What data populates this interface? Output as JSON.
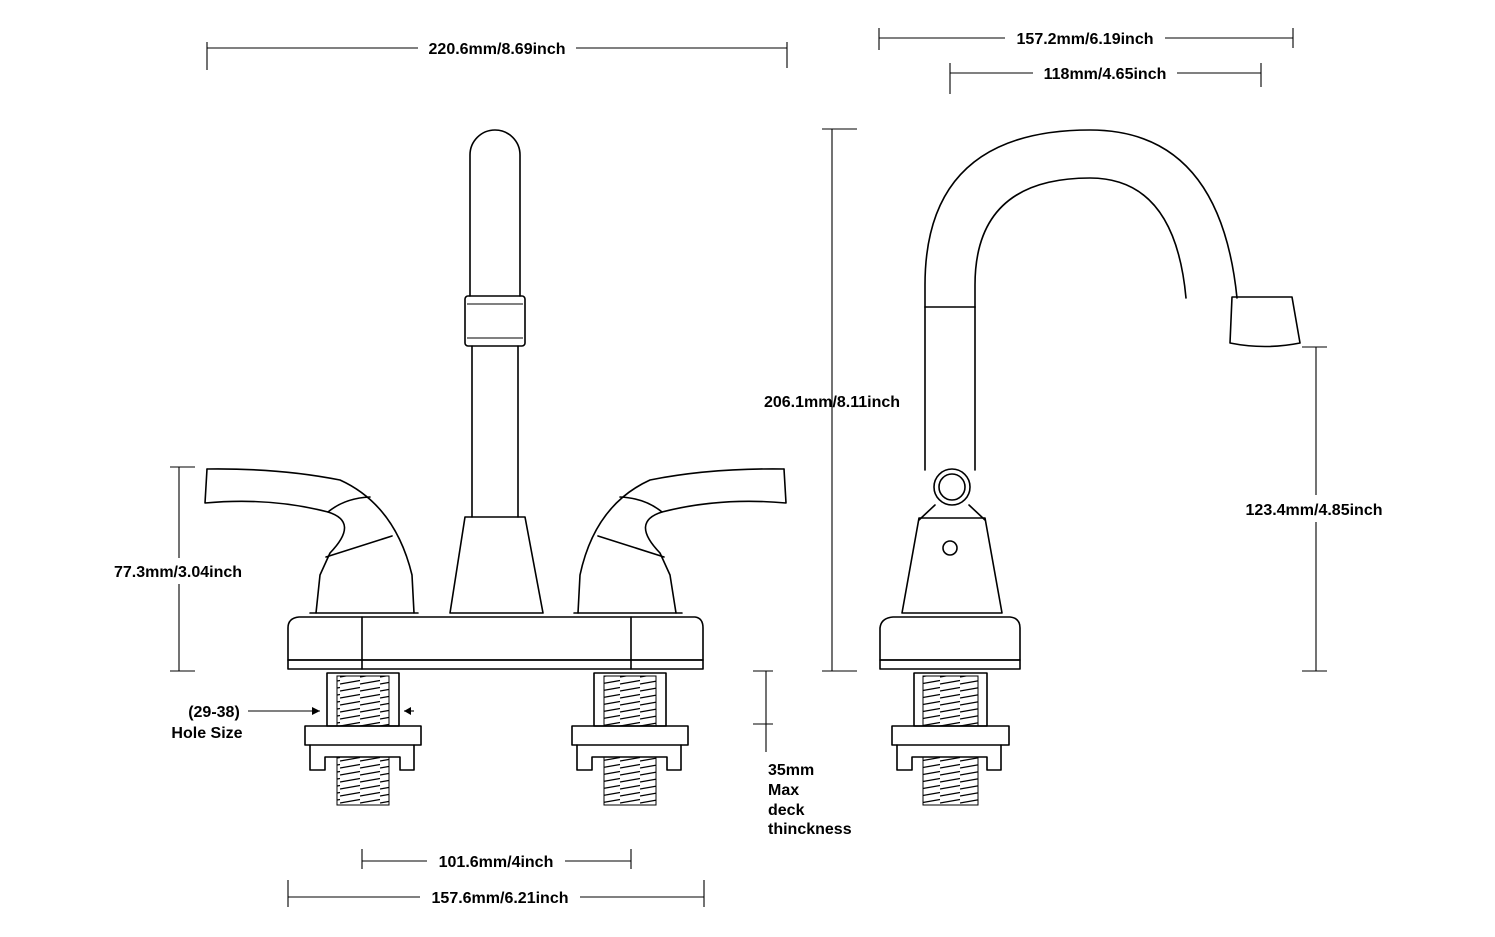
{
  "dimensions": {
    "front_overall_width": "220.6mm/8.69inch",
    "side_overall_depth": "157.2mm/6.19inch",
    "side_spout_reach": "118mm/4.65inch",
    "overall_height": "206.1mm/8.11inch",
    "spout_height": "123.4mm/4.85inch",
    "handle_height": "77.3mm/3.04inch",
    "center_spacing": "101.6mm/4inch",
    "base_width": "157.6mm/6.21inch"
  },
  "hole_note": {
    "line1": "(29-38)",
    "line2": "Hole Size"
  },
  "deck_note": {
    "line1": "35mm",
    "line2": "Max",
    "line3": "deck",
    "line4": "thinckness"
  }
}
